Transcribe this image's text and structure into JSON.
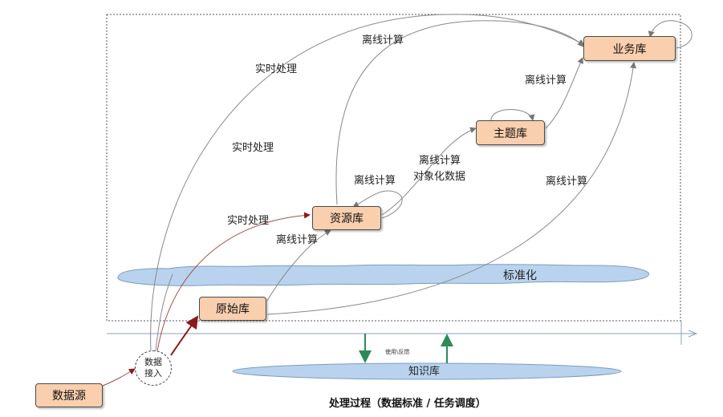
{
  "nodes": {
    "data_source": "数据源",
    "data_ingest": "数据接入",
    "raw_db": "原始库",
    "resource_db": "资源库",
    "topic_db": "主题库",
    "business_db": "业务库",
    "standardization": "标准化",
    "knowledge_db": "知识库"
  },
  "edge_labels": {
    "realtime_1": "实时处理",
    "realtime_2": "实时处理",
    "realtime_3": "实时处理",
    "offline_top": "离线计算",
    "offline_topic_business": "离线计算",
    "offline_resource_topic": "离线计算",
    "objectified_data": "对象化数据",
    "offline_resource_loop": "离线计算",
    "offline_right": "离线计算",
    "offline_raw_resource": "离线计算",
    "use_feedback": "使用\\反馈"
  },
  "caption": "处理过程（数据标准 / 任务调度）",
  "colors": {
    "box_fill": "#f9cfae",
    "cloud_fill": "#b9d3ee",
    "arrow_dark_red": "#8b1a1a",
    "arrow_green": "#2e8b57"
  }
}
